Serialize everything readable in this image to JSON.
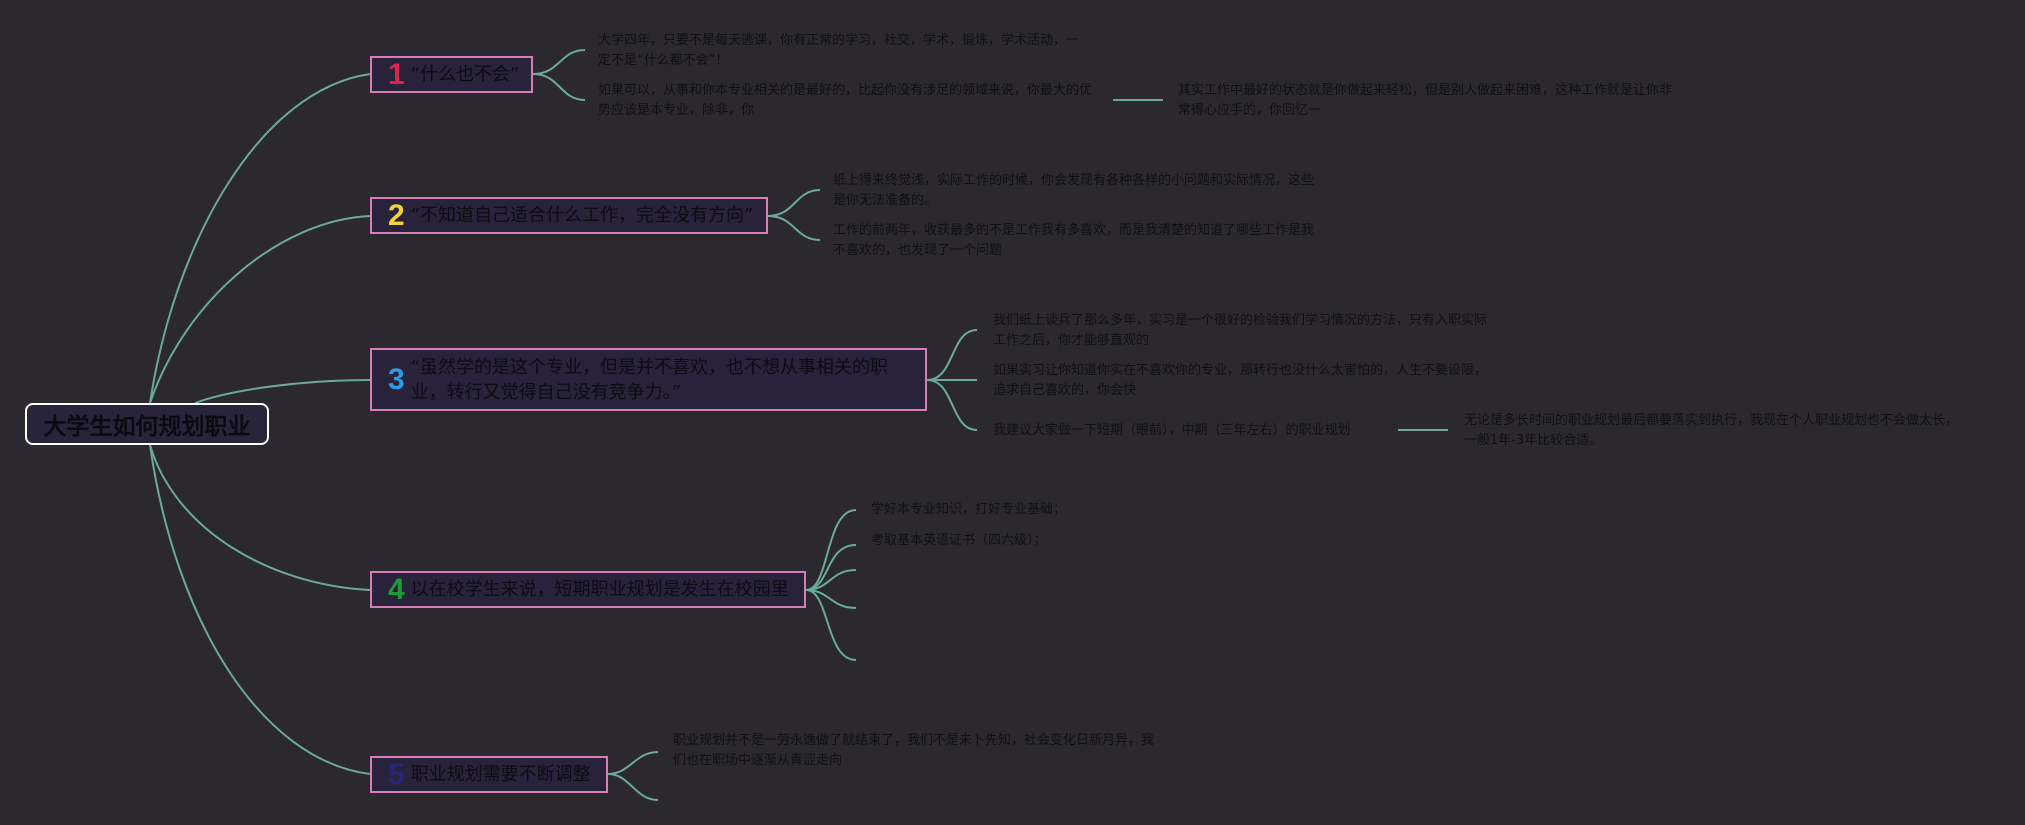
{
  "root": {
    "label": "大学生如何规划职业"
  },
  "colors": {
    "link": "#6aa99c",
    "branch_border": "#d77fb4",
    "background": "#2b2830"
  },
  "branches": [
    {
      "number": "1",
      "number_color": "#e0224a",
      "label": "“什么也不会”",
      "notes": [
        "大学四年，只要不是每天逃课，你有正常的学习，社交，学术，锻炼，学术活动，一定不是“什么都不会”！",
        "如果可以，从事和你本专业相关的是最好的，比起你没有涉足的领域来说，你最大的优势应该是本专业，除非，你"
      ],
      "sub_note": "其实工作中最好的状态就是你做起来轻松，但是别人做起来困难，这种工作就是让你非常得心应手的，你回忆一"
    },
    {
      "number": "2",
      "number_color": "#f2d43a",
      "label": "“不知道自己适合什么工作，完全没有方向”",
      "notes": [
        "纸上得来终觉浅，实际工作的时候，你会发现有各种各样的小问题和实际情况，这些是你无法准备的。",
        "工作的前两年，收获最多的不是工作我有多喜欢，而是我清楚的知道了哪些工作是我不喜欢的，也发现了一个问题"
      ]
    },
    {
      "number": "3",
      "number_color": "#2b9be8",
      "label": "“虽然学的是这个专业，但是并不喜欢，也不想从事相关的职业，转行又觉得自己没有竞争力。”",
      "notes": [
        "我们纸上谈兵了那么多年，实习是一个很好的检验我们学习情况的方法，只有入职实际工作之后，你才能够直观的",
        "如果实习让你知道你实在不喜欢你的专业，那转行也没什么太害怕的，人生不要设限，追求自己喜欢的，你会快",
        "我建议大家做一下短期（眼前），中期（三年左右）的职业规划"
      ],
      "sub_note": "无论是多长时间的职业规划最后都要落实到执行，我现在个人职业规划也不会做太长，一般1年-3年比较合适。"
    },
    {
      "number": "4",
      "number_color": "#1e9a39",
      "label": "以在校学生来说，短期职业规划是发生在校园里",
      "notes": [
        "学好本专业知识，打好专业基础；",
        "考取基本英语证书（四六级）；"
      ]
    },
    {
      "number": "5",
      "number_color": "#29267a",
      "label": "职业规划需要不断调整",
      "notes": [
        "职业规划并不是一劳永逸做了就结束了，我们不是未卜先知，社会变化日新月异，我们也在职场中逐渐从青涩走向"
      ]
    }
  ]
}
